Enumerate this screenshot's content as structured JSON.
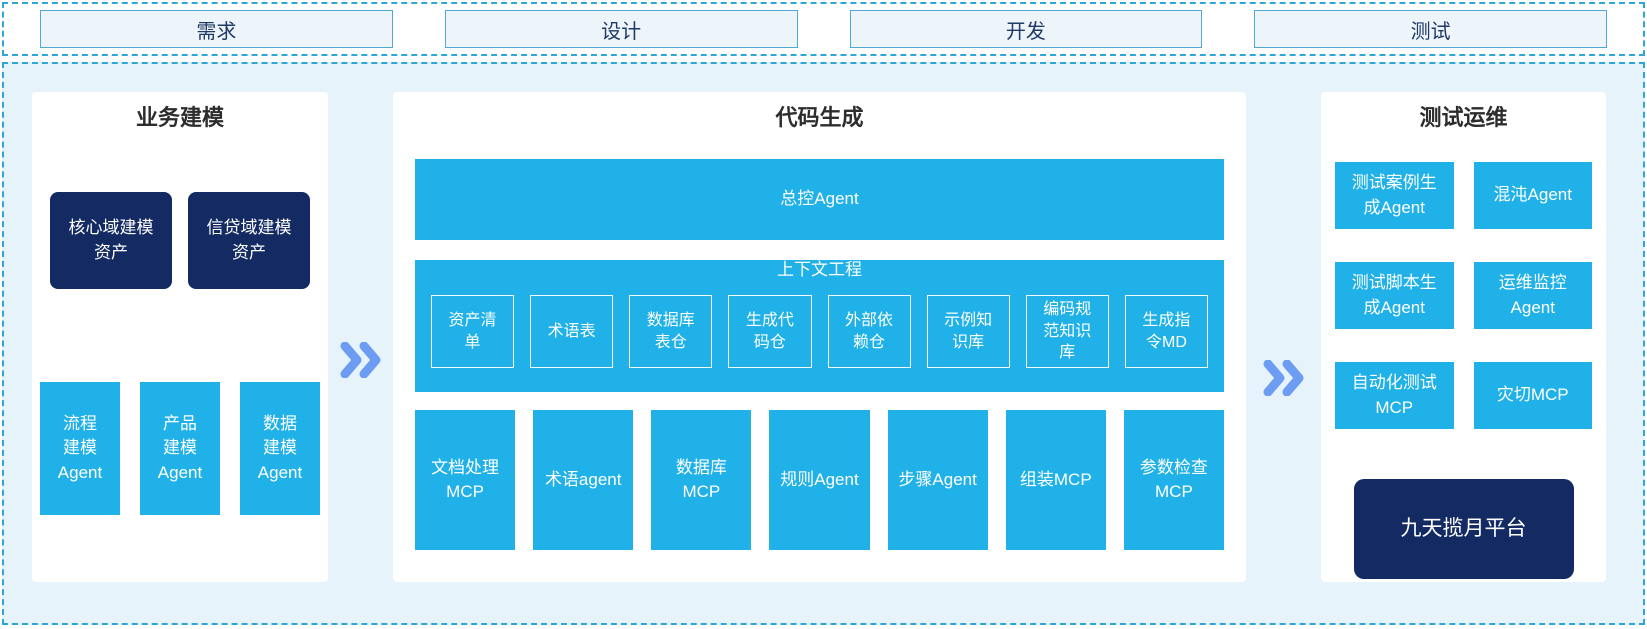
{
  "colors": {
    "cyan": "#1fb1e7",
    "navy": "#132a62",
    "panel_bg": "#ffffff",
    "canvas_bg": "#e7f3fb",
    "dashed_border": "#2fa6d9",
    "phase_fill": "#edf5fa",
    "phase_border": "#4fa8d6",
    "phase_text": "#203a66",
    "arrow": "#6d9cf3",
    "title_text": "#2d2d2d"
  },
  "phases": [
    "需求",
    "设计",
    "开发",
    "测试"
  ],
  "business": {
    "title": "业务建模",
    "assets": [
      "核心域建模\n资产",
      "信贷域建模\n资产"
    ],
    "agents": [
      "流程\n建模\nAgent",
      "产品\n建模\nAgent",
      "数据\n建模\nAgent"
    ]
  },
  "codegen": {
    "title": "代码生成",
    "master_agent": "总控Agent",
    "context": {
      "title": "上下文工程",
      "items": [
        "资产清\n单",
        "术语表",
        "数据库\n表仓",
        "生成代\n码仓",
        "外部依\n赖仓",
        "示例知\n识库",
        "编码规\n范知识\n库",
        "生成指\n令MD"
      ]
    },
    "mcp_row": [
      "文档处理\nMCP",
      "术语agent",
      "数据库\nMCP",
      "规则Agent",
      "步骤Agent",
      "组装MCP",
      "参数检查\nMCP"
    ]
  },
  "testops": {
    "title": "测试运维",
    "grid": [
      "测试案例生\n成Agent",
      "混沌Agent",
      "测试脚本生\n成Agent",
      "运维监控\nAgent",
      "自动化测试\nMCP",
      "灾切MCP"
    ],
    "platform": "九天揽月平台"
  }
}
